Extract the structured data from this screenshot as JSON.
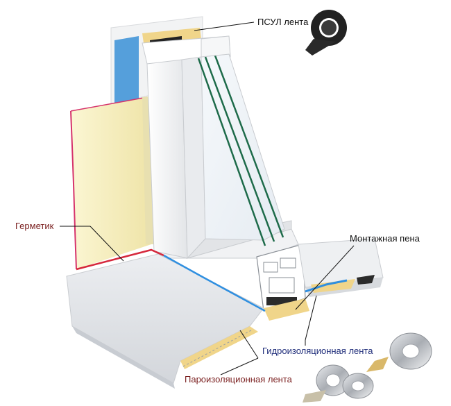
{
  "labels": {
    "psul": "ПСУЛ лента",
    "germetik": "Герметик",
    "montazh": "Монтажная пена",
    "gidro": "Гидроизоляционная лента",
    "paro": "Пароизоляционная лента"
  },
  "colors": {
    "wall_plaster": "#f7f2c8",
    "wall_edge": "#d6336c",
    "inner_tape": "#2a8fd9",
    "sill": "#e4e6ea",
    "frame": "#f4f5f6",
    "glass_line": "#1e6b4a",
    "foam": "#f0d58a",
    "seal_red": "#d6283c",
    "seal_blue": "#2f8fe0",
    "germetik_label": "#7a1f1f",
    "gidro_label": "#1f2d7a"
  }
}
